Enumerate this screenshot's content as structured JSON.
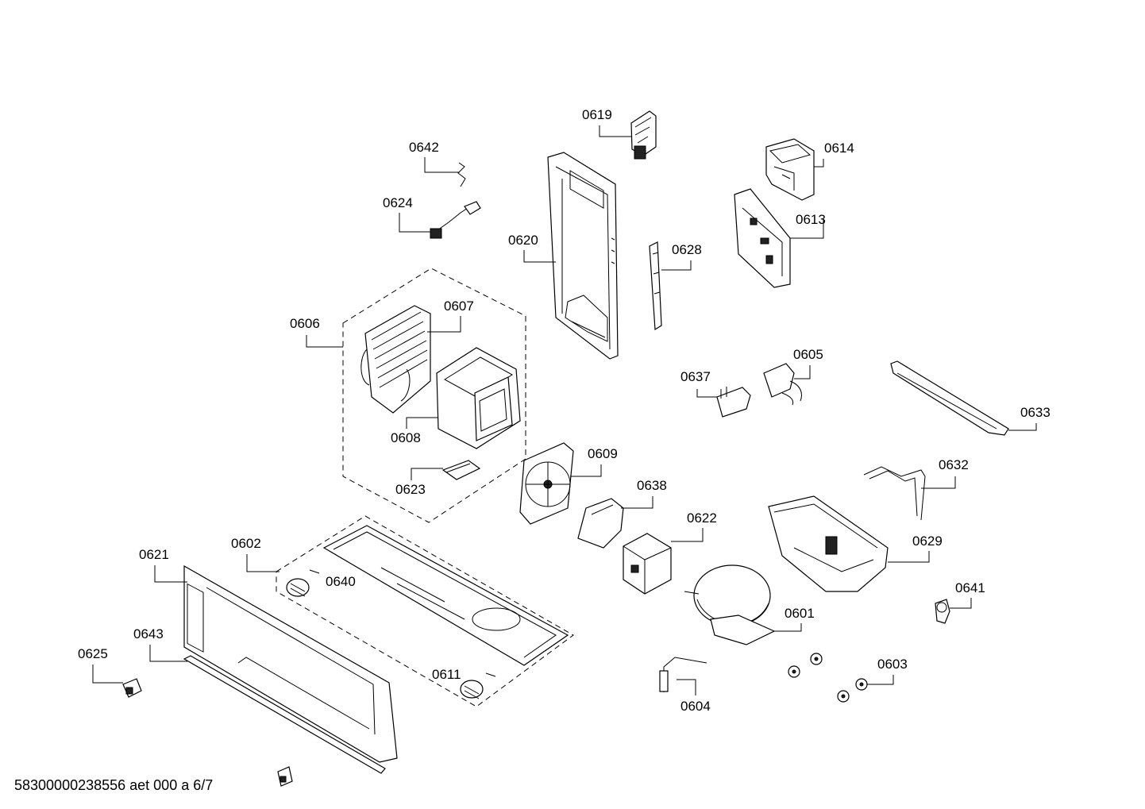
{
  "diagram": {
    "labels": {
      "p0601": "0601",
      "p0602": "0602",
      "p0603": "0603",
      "p0604": "0604",
      "p0605": "0605",
      "p0606": "0606",
      "p0607": "0607",
      "p0608": "0608",
      "p0609": "0609",
      "p0611": "0611",
      "p0613": "0613",
      "p0614": "0614",
      "p0619": "0619",
      "p0620": "0620",
      "p0621": "0621",
      "p0622": "0622",
      "p0623": "0623",
      "p0624": "0624",
      "p0625": "0625",
      "p0628": "0628",
      "p0629": "0629",
      "p0632": "0632",
      "p0633": "0633",
      "p0637": "0637",
      "p0638": "0638",
      "p0640": "0640",
      "p0641": "0641",
      "p0642": "0642",
      "p0643": "0643"
    },
    "footer": "58300000238556 aet 000 a 6/7"
  }
}
